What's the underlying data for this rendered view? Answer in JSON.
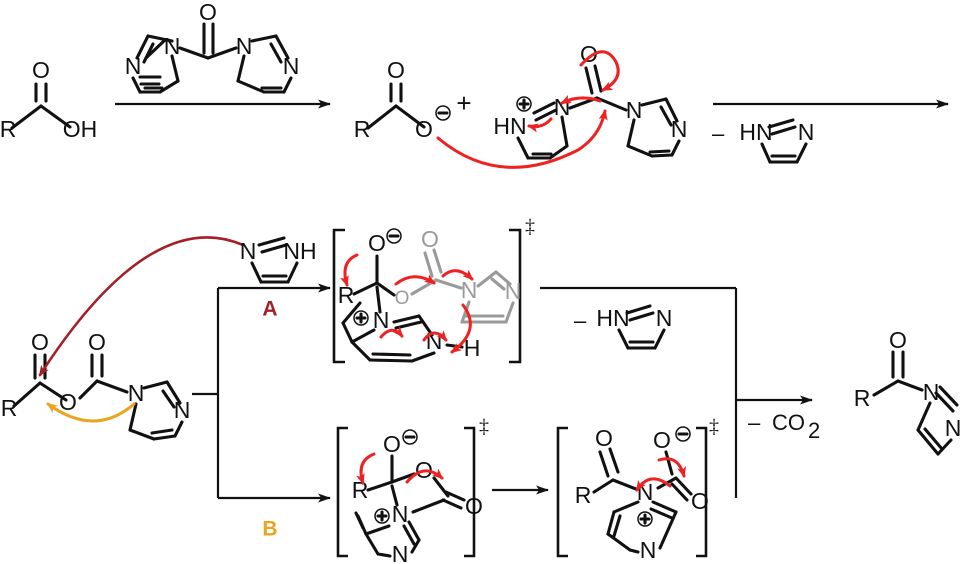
{
  "figure": {
    "title": "Mechanism of carboxylic acid activation with CDI (1,1'-carbonyldiimidazole)",
    "background_color": "#ffffff",
    "colors": {
      "bond": "#111111",
      "faded_bond": "#9a9a9a",
      "mech_arrow_red": "#ee2222",
      "mech_arrow_dark_red": "#a32028",
      "mech_arrow_orange": "#e9a522",
      "path_a_label": "#a32028",
      "path_b_label": "#e9a522"
    }
  },
  "atoms": {
    "R": "R",
    "O": "O",
    "N": "N",
    "H": "H",
    "OH": "OH",
    "HN": "HN",
    "NH": "NH",
    "C": "C"
  },
  "symbols": {
    "plus_sign": "+",
    "minus_sign": "–",
    "double_dagger": "‡",
    "charge_minus": "⊖",
    "charge_plus": "⊕"
  },
  "row1": {
    "reactant": {
      "name": "carboxylic-acid",
      "labels": [
        "R",
        "O",
        "OH"
      ]
    },
    "reagent": {
      "name": "carbonyldiimidazole",
      "labels": [
        "O",
        "N",
        "N",
        "N",
        "N"
      ]
    },
    "arrow1": {
      "name": "reaction-arrow-1"
    },
    "intermediate": {
      "name": "carboxylate-anion",
      "labels": [
        "R",
        "O",
        "O"
      ],
      "charge": "⊖"
    },
    "plus": "+",
    "activated_cdi": {
      "name": "protonated-cdi",
      "labels": [
        "HN",
        "N",
        "O",
        "N",
        "N"
      ],
      "charge": "⊕"
    },
    "arrow2": {
      "name": "reaction-arrow-2"
    },
    "byproduct": {
      "name": "imidazole-byproduct",
      "minus": "–",
      "labels": [
        "HN",
        "N"
      ]
    }
  },
  "row2": {
    "anhydride": {
      "name": "acyl-carbonate-imidazolide",
      "labels": [
        "R",
        "O",
        "O",
        "O",
        "N",
        "N"
      ]
    },
    "imidazole_nucleophile": {
      "name": "imidazole-nucleophile",
      "labels": [
        "N",
        "NH"
      ]
    },
    "path_a": {
      "label": "A",
      "transition_state": {
        "name": "transition-state-a",
        "dagger": "‡",
        "labels": [
          "R",
          "O",
          "O",
          "O",
          "N",
          "N",
          "N",
          "N",
          "H"
        ],
        "charges": [
          "⊖",
          "⊕"
        ]
      }
    },
    "path_b": {
      "label": "B",
      "transition_state_1": {
        "name": "transition-state-b1",
        "dagger": "‡",
        "labels": [
          "R",
          "O",
          "O",
          "O",
          "N",
          "N"
        ],
        "charges": [
          "⊖",
          "⊕"
        ]
      },
      "transition_state_2": {
        "name": "transition-state-b2",
        "dagger": "‡",
        "labels": [
          "R",
          "O",
          "O",
          "O",
          "N",
          "N"
        ],
        "charges": [
          "⊖",
          "⊕"
        ]
      }
    },
    "byproduct_imidazole": {
      "name": "imidazole-loss-label",
      "minus": "–",
      "labels": [
        "HN",
        "N"
      ]
    },
    "byproduct_co2": {
      "name": "carbon-dioxide-loss-label",
      "minus": "–",
      "text": "CO",
      "subscript": "2"
    },
    "product": {
      "name": "acyl-imidazole-product",
      "labels": [
        "R",
        "O",
        "N",
        "N"
      ]
    }
  }
}
